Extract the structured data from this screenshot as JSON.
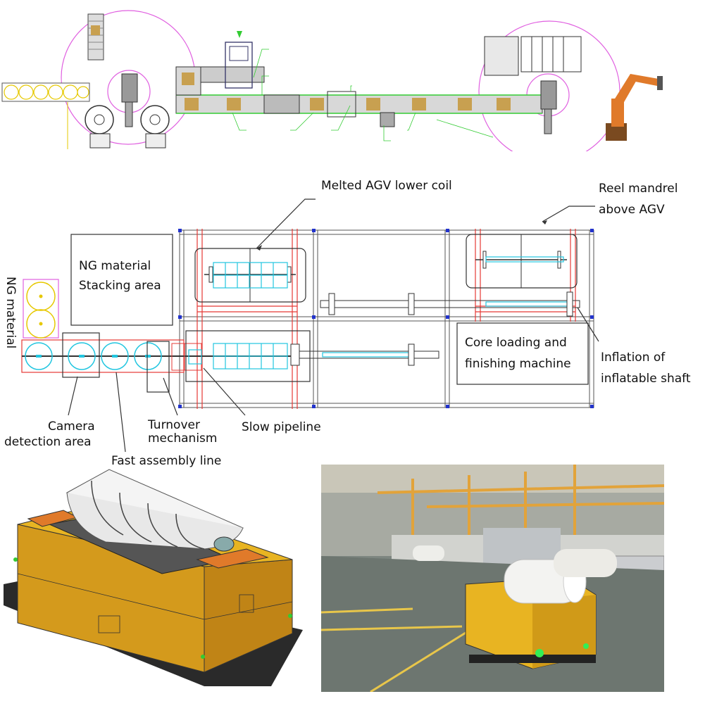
{
  "top_layout": {
    "small_labels": [
      "",
      "",
      "",
      "",
      "",
      "",
      "",
      "",
      "",
      "",
      "",
      ""
    ]
  },
  "layout_labels": {
    "melted_agv": "Melted AGV lower coil",
    "reel_mandrel_1": "Reel mandrel",
    "reel_mandrel_2": "above AGV",
    "ng_stacking_1": "NG material",
    "ng_stacking_2": "Stacking area",
    "ng_material": "NG material",
    "core_loading_1": "Core loading and",
    "core_loading_2": "finishing machine",
    "inflation_1": "Inflation of",
    "inflation_2": "inflatable shaft",
    "camera_1": "Camera",
    "camera_2": "detection area",
    "turnover_1": "Turnover",
    "turnover_2": "mechanism",
    "slow_pipeline": "Slow pipeline",
    "fast_line": "Fast assembly line"
  },
  "colors": {
    "cyan": "#22c6e0",
    "red": "#e53935",
    "blue": "#2233cc",
    "yellow": "#e6c800",
    "magenta": "#e060e0",
    "green": "#33cc33",
    "agv_yellow": "#e8b422",
    "robot_orange": "#e07a2a"
  }
}
